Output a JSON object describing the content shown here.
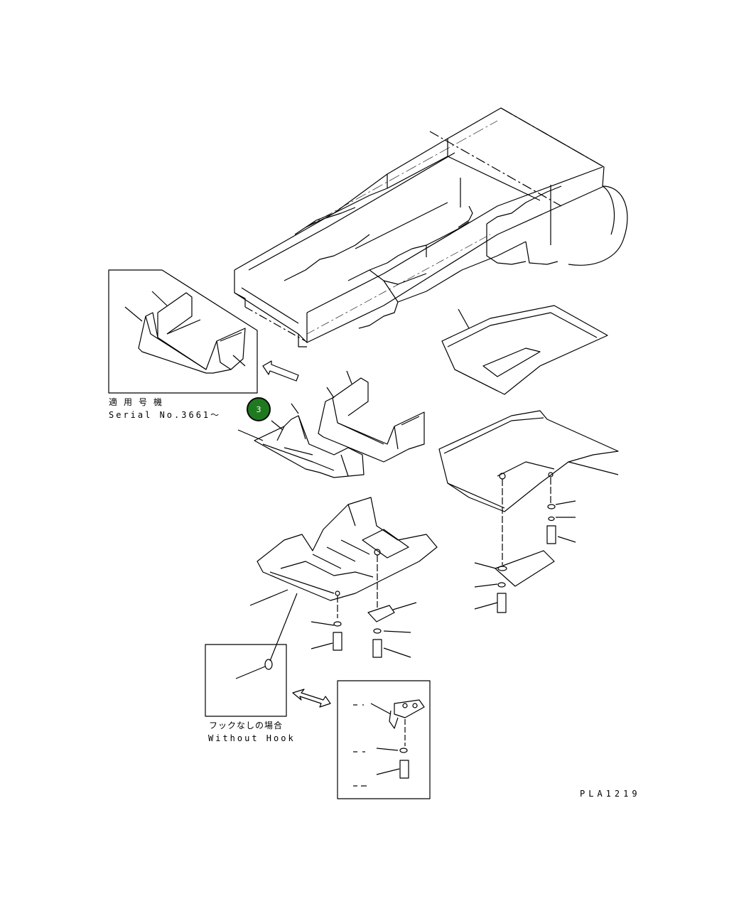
{
  "diagram": {
    "applicable_label_jp": "適用号機",
    "applicable_label_en": "Serial No.3661～",
    "without_hook_label_jp": "フックなしの場合",
    "without_hook_label_en": "Without Hook",
    "drawing_code": "PLA1219",
    "callouts": [
      {
        "number": "3",
        "color": "#1f7a1f"
      }
    ]
  }
}
